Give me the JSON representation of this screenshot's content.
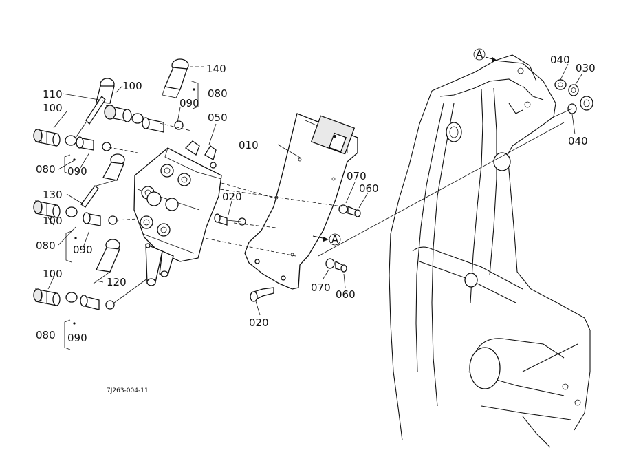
{
  "drawing_code": "7J263-004-11",
  "callouts": {
    "p140": "140",
    "p100a": "100",
    "p110": "110",
    "p100b": "100",
    "p080a": "080",
    "p090a": "090",
    "p050": "050",
    "p010": "010",
    "p080b": "080",
    "p090b": "090",
    "p130": "130",
    "p100c": "100",
    "p080c": "080",
    "p090c": "090",
    "p020a": "020",
    "p070a": "070",
    "p060a": "060",
    "p100d": "100",
    "p120": "120",
    "p070b": "070",
    "p060b": "060",
    "p080d": "080",
    "p090d": "090",
    "p020b": "020",
    "p040a": "040",
    "p030": "030",
    "p040b": "040"
  },
  "refs": {
    "a_top": "A",
    "a_mid": "A"
  }
}
